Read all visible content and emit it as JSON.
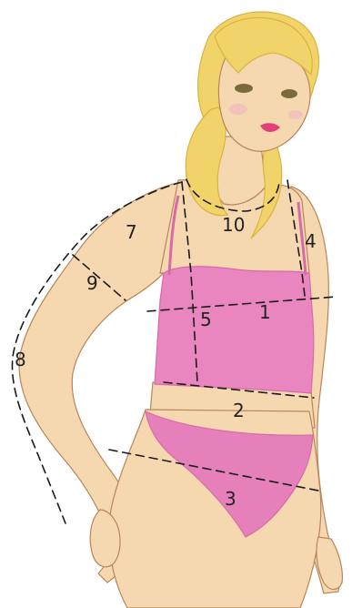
{
  "colors": {
    "skin": "#f5d8b0",
    "skin_shadow": "#e9bf8f",
    "outline": "#b9855a",
    "hair": "#f2d36a",
    "hair_shadow": "#d9b342",
    "top": "#ea86bf",
    "top_shadow": "#d86aa8",
    "briefs": "#e680bb",
    "lips": "#e2407a",
    "eyes": "#7a6a3a",
    "dash_line": "#1a1a1a",
    "label": "#222222"
  },
  "measurements": [
    {
      "id": "1",
      "label": "1"
    },
    {
      "id": "2",
      "label": "2"
    },
    {
      "id": "3",
      "label": "3"
    },
    {
      "id": "4",
      "label": "4"
    },
    {
      "id": "5",
      "label": "5"
    },
    {
      "id": "7",
      "label": "7"
    },
    {
      "id": "8",
      "label": "8"
    },
    {
      "id": "9",
      "label": "9"
    },
    {
      "id": "10",
      "label": "10"
    }
  ]
}
